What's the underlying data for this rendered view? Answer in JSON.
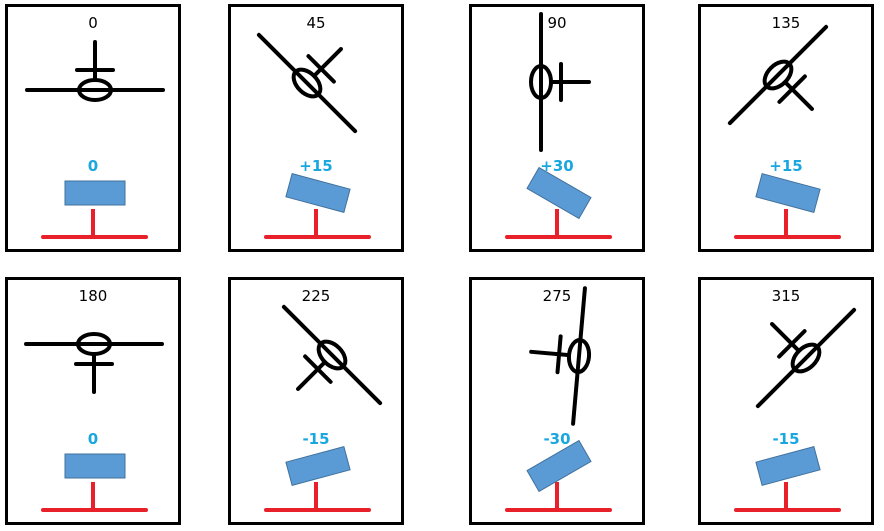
{
  "colors": {
    "symbol": "#000000",
    "block_fill": "#5b9bd5",
    "block_stroke": "#41719c",
    "stand": "#e8202a",
    "tilt_text": "#1aa7e0"
  },
  "panels": [
    {
      "angle_label": "0",
      "angle": 0,
      "tilt_label": "0",
      "tilt": 0
    },
    {
      "angle_label": "45",
      "angle": 45,
      "tilt_label": "+15",
      "tilt": 15
    },
    {
      "angle_label": "90",
      "angle": 90,
      "tilt_label": "+30",
      "tilt": 30
    },
    {
      "angle_label": "135",
      "angle": 135,
      "tilt_label": "+15",
      "tilt": 15
    },
    {
      "angle_label": "180",
      "angle": 180,
      "tilt_label": "0",
      "tilt": 0
    },
    {
      "angle_label": "225",
      "angle": 225,
      "tilt_label": "-15",
      "tilt": -15
    },
    {
      "angle_label": "275",
      "angle": 275,
      "tilt_label": "-30",
      "tilt": -30
    },
    {
      "angle_label": "315",
      "angle": 315,
      "tilt_label": "-15",
      "tilt": -15
    }
  ]
}
